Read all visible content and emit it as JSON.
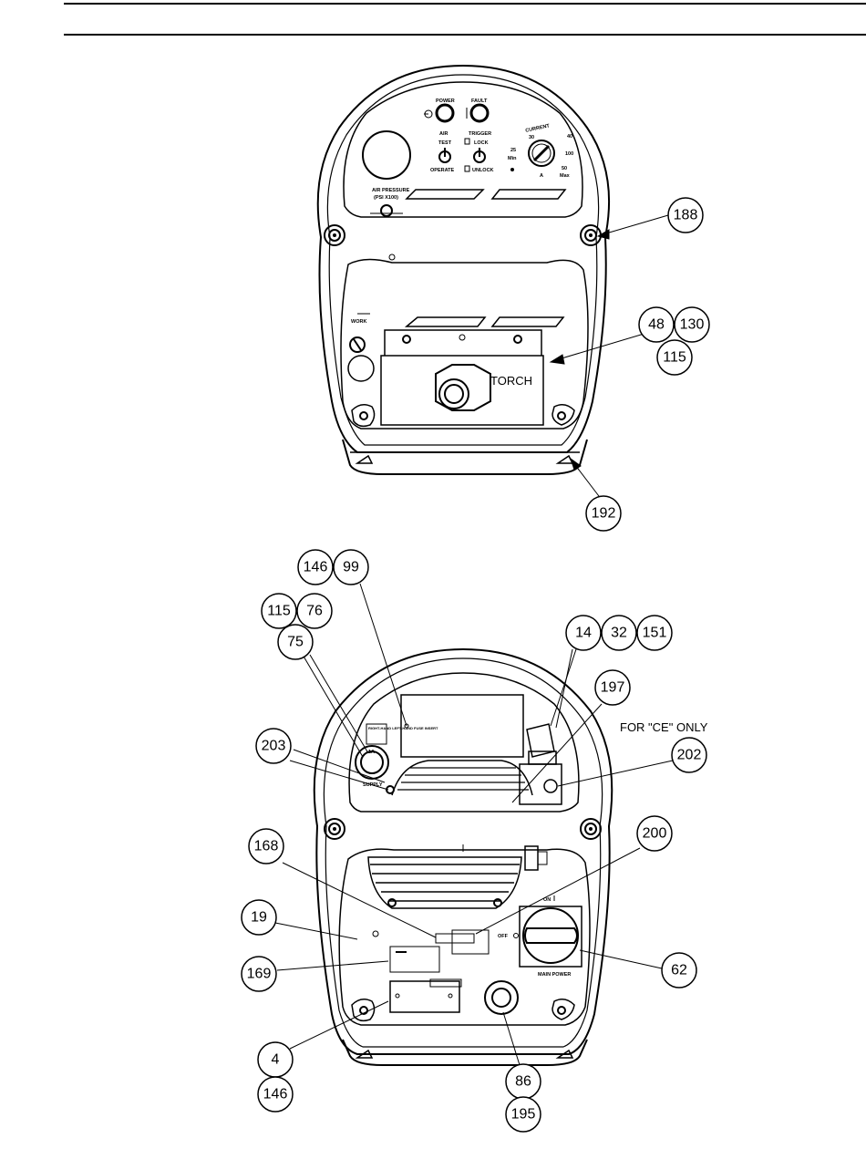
{
  "front_panel": {
    "power_label": "POWER",
    "fault_label": "FAULT",
    "air_label": "AIR",
    "test_label": "TEST",
    "operate_label": "OPERATE",
    "trigger_label": "TRIGGER",
    "lock_label": "LOCK",
    "unlock_label": "UNLOCK",
    "current_label": "CURRENT",
    "dial_30": "30",
    "dial_40": "40",
    "dial_25": "25",
    "dial_min": "Min",
    "dial_50": "50",
    "dial_max": "Max",
    "dial_amp": "A",
    "dial_100": "100",
    "air_pressure_label": "AIR PRESSURE",
    "psi_label": "(PSI X100)",
    "work_label": "WORK",
    "torch_label": "TORCH"
  },
  "rear_panel": {
    "relief_label": "RIGHT-HAND LEFT-HAND FUSE INSERT",
    "fuse_label": "1A",
    "supply_label": "SUPPLY",
    "on_label": "ON",
    "off_label": "OFF",
    "main_power_label": "MAIN POWER",
    "ce_note": "FOR \"CE\" ONLY"
  },
  "callouts": {
    "c188": "188",
    "c48": "48",
    "c130": "130",
    "c115a": "115",
    "c192": "192",
    "c146a": "146",
    "c99": "99",
    "c115b": "115",
    "c76": "76",
    "c75": "75",
    "c14": "14",
    "c32": "32",
    "c151": "151",
    "c197": "197",
    "c203": "203",
    "c202": "202",
    "c168": "168",
    "c200": "200",
    "c19": "19",
    "c169": "169",
    "c62": "62",
    "c4": "4",
    "c146b": "146",
    "c86": "86",
    "c195": "195"
  }
}
